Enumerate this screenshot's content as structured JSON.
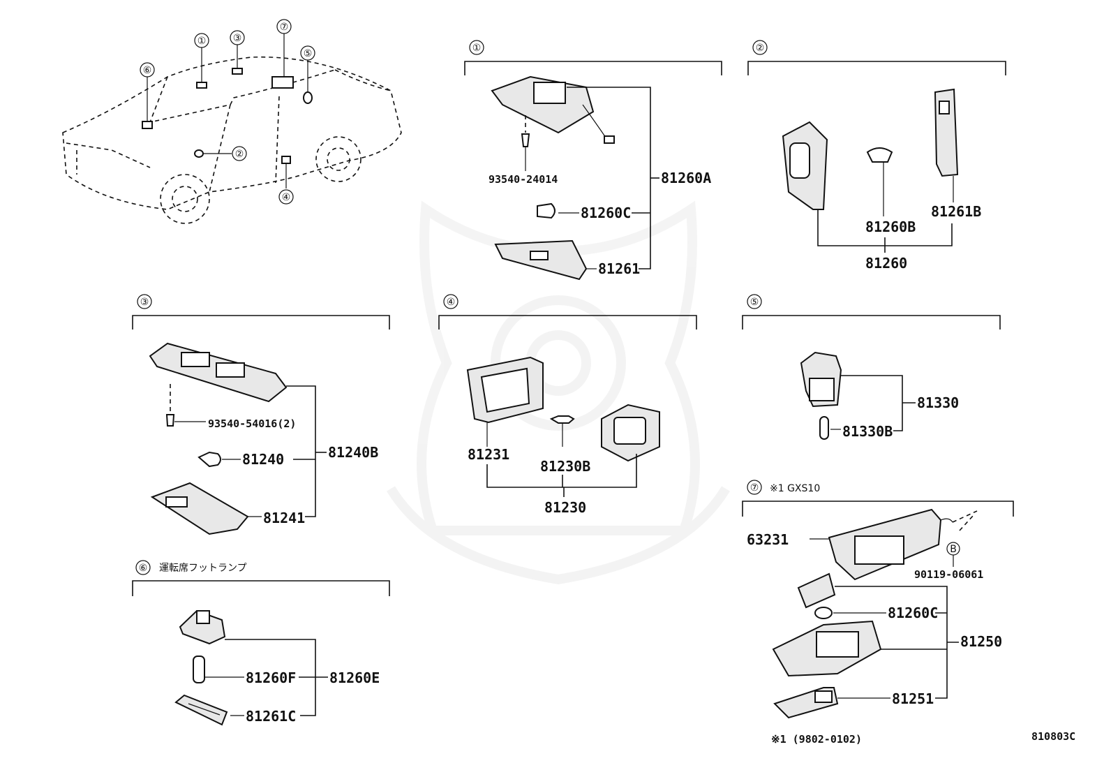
{
  "diagram_code": "810803C",
  "footnote": "※1 (9802-0102)",
  "overview": {
    "callouts": [
      "①",
      "②",
      "③",
      "④",
      "⑤",
      "⑥",
      "⑦"
    ]
  },
  "sections": {
    "s1": {
      "num": "①",
      "parts": [
        "93540-24014",
        "81260A",
        "81260C",
        "81261"
      ]
    },
    "s2": {
      "num": "②",
      "parts": [
        "81260B",
        "81261B",
        "81260"
      ]
    },
    "s3": {
      "num": "③",
      "parts": [
        "93540-54016(2)",
        "81240B",
        "81240",
        "81241"
      ]
    },
    "s4": {
      "num": "④",
      "parts": [
        "81231",
        "81230B",
        "81230"
      ]
    },
    "s5": {
      "num": "⑤",
      "parts": [
        "81330",
        "81330B"
      ]
    },
    "s6": {
      "num": "⑥",
      "title": "運転席フットランプ",
      "parts": [
        "81260F",
        "81260E",
        "81261C"
      ]
    },
    "s7": {
      "num": "⑦",
      "title": "※1 GXS10",
      "marker": "B",
      "parts": [
        "63231",
        "90119-06061",
        "81260C",
        "81250",
        "81251"
      ]
    }
  }
}
